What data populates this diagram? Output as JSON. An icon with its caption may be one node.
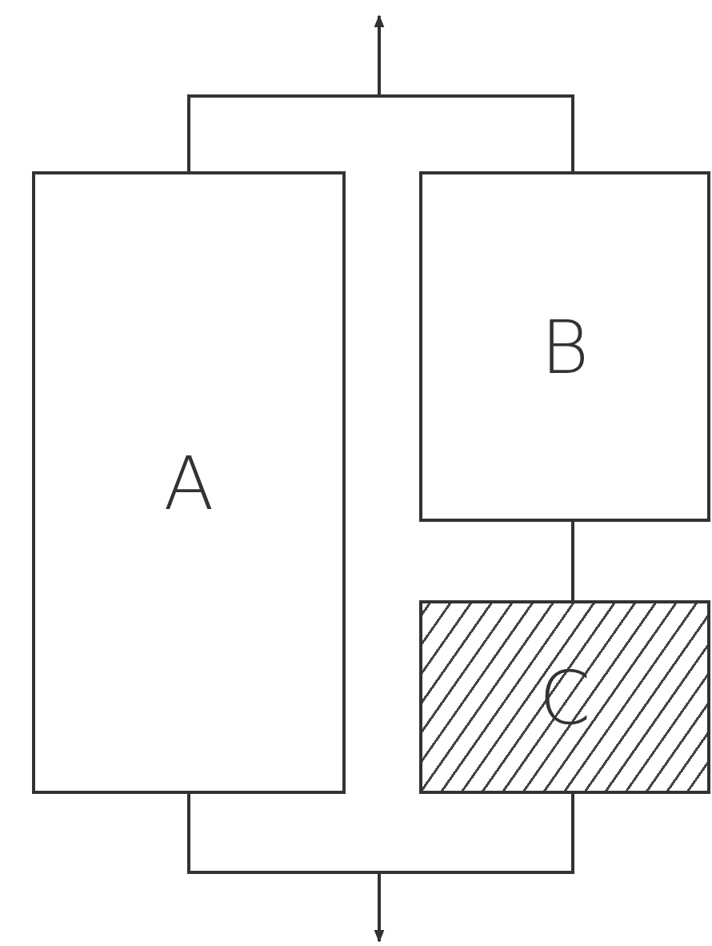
{
  "diagram": {
    "nodes": [
      {
        "text": [
          "A"
        ]
      },
      {
        "text": [
          "B"
        ]
      },
      {
        "text": [
          "C"
        ]
      }
    ],
    "edges": [
      {
        "from": 0,
        "to": null,
        "arrow": "to"
      },
      {
        "from": 1,
        "to": null,
        "arrow": "to"
      },
      {
        "from": 0,
        "to": null,
        "arrow": "to"
      },
      {
        "from": 2,
        "to": null,
        "arrow": "to"
      },
      {
        "from": 1,
        "to": 2,
        "arrow": "none"
      }
    ]
  }
}
